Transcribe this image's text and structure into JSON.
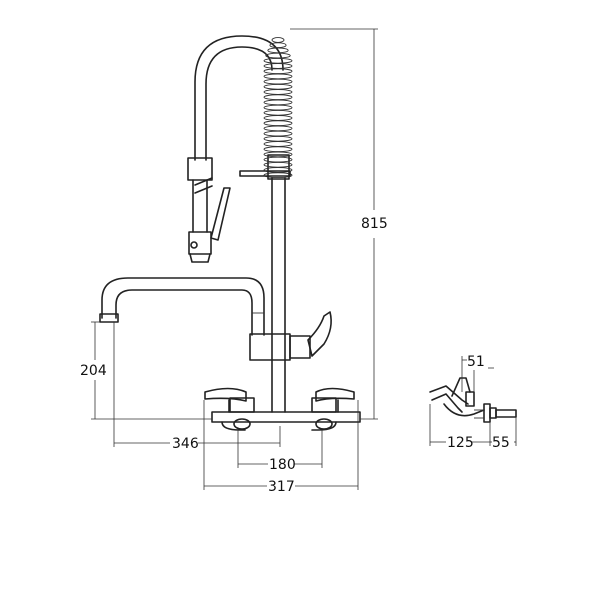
{
  "dimensions": {
    "height_total": "815",
    "spout_height": "204",
    "spout_reach": "346",
    "centres": "180",
    "overall_width": "317",
    "side_top": "51",
    "side_depth": "125",
    "side_back": "55"
  },
  "colors": {
    "line": "#222222",
    "background": "#ffffff"
  }
}
